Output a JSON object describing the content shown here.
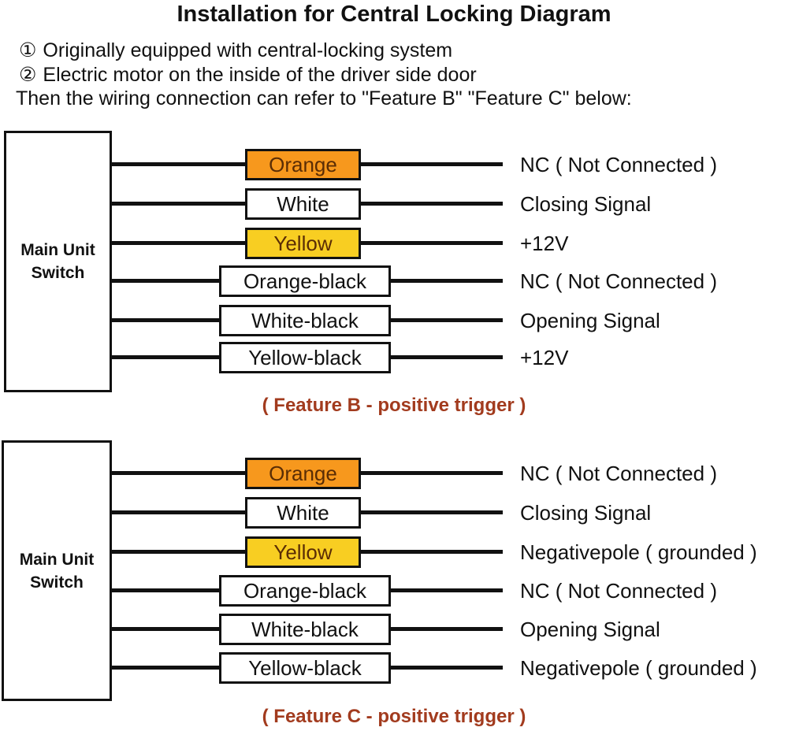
{
  "page": {
    "title": "Installation for Central Locking Diagram",
    "notes": [
      {
        "bullet": "①",
        "text": "Originally equipped with central-locking system"
      },
      {
        "bullet": "②",
        "text": "Electric motor on the inside of the driver side door"
      }
    ],
    "intro": "Then the wiring connection can refer to \"Feature B\" \"Feature C\" below:"
  },
  "colors": {
    "orange_wire_fill": "#F7981D",
    "yellow_wire_fill": "#F8CE22",
    "white_wire_fill": "#FFFFFF",
    "colored_box_text": "#5A2D05",
    "wire_line": "#111111",
    "caption_text": "#A23B1E",
    "body_text": "#111111"
  },
  "diagrams": [
    {
      "source_label": "Main Unit Switch",
      "caption": "( Feature B - positive trigger )",
      "rows": [
        {
          "wire_label": "Orange",
          "signal": "NC ( Not Connected )"
        },
        {
          "wire_label": "White",
          "signal": "Closing Signal"
        },
        {
          "wire_label": "Yellow",
          "signal": "+12V"
        },
        {
          "wire_label": "Orange-black",
          "signal": "NC ( Not Connected )"
        },
        {
          "wire_label": "White-black",
          "signal": "Opening Signal"
        },
        {
          "wire_label": "Yellow-black",
          "signal": "+12V"
        }
      ]
    },
    {
      "source_label": "Main Unit Switch",
      "caption": "( Feature C - positive trigger )",
      "rows": [
        {
          "wire_label": "Orange",
          "signal": "NC ( Not Connected )"
        },
        {
          "wire_label": "White",
          "signal": "Closing Signal"
        },
        {
          "wire_label": "Yellow",
          "signal": "Negativepole ( grounded )"
        },
        {
          "wire_label": "Orange-black",
          "signal": "NC ( Not Connected )"
        },
        {
          "wire_label": "White-black",
          "signal": "Opening Signal"
        },
        {
          "wire_label": "Yellow-black",
          "signal": "Negativepole ( grounded )"
        }
      ]
    }
  ]
}
